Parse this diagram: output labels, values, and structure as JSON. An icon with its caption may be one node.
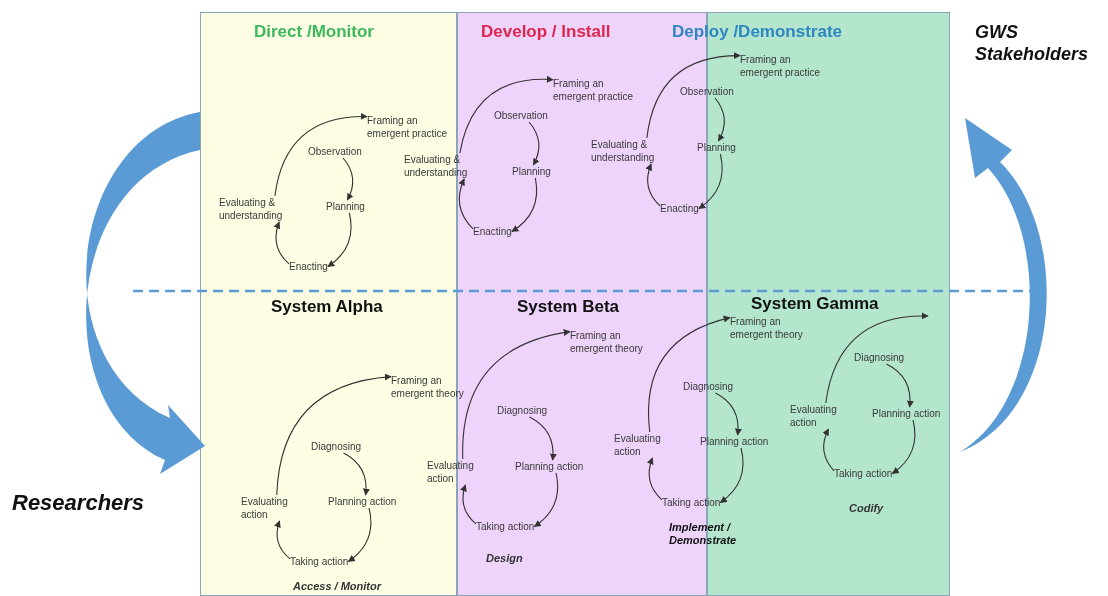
{
  "diagram": {
    "nodes": [
      {
        "text": [
          "Direct /Monitor",
          "System Alpha",
          "Access / Monitor"
        ]
      },
      {
        "text": [
          "Develop / Install",
          "System Beta",
          "Design"
        ]
      },
      {
        "text": [
          "Deploy /Demonstrate",
          "System Gamma",
          "Codify"
        ]
      },
      {
        "text": [
          "Framing an emergent practice"
        ],
        "in": 0
      },
      {
        "text": [
          "Observation"
        ],
        "in": 0
      },
      {
        "text": [
          "Planning"
        ],
        "in": 0
      },
      {
        "text": [
          "Enacting"
        ],
        "in": 0
      },
      {
        "text": [
          "Evaluating & understanding"
        ],
        "in": 0
      },
      {
        "text": [
          "Framing an emergent practice"
        ],
        "in": 1
      },
      {
        "text": [
          "Observation"
        ],
        "in": 1
      },
      {
        "text": [
          "Planning"
        ],
        "in": 1
      },
      {
        "text": [
          "Enacting"
        ],
        "in": 1
      },
      {
        "text": [
          "Evaluating & understanding"
        ]
      },
      {
        "text": [
          "Framing an emergent practice"
        ],
        "in": 2
      },
      {
        "text": [
          "Observation"
        ]
      },
      {
        "text": [
          "Planning"
        ]
      },
      {
        "text": [
          "Enacting"
        ],
        "in": 1
      },
      {
        "text": [
          "Evaluating & understanding"
        ],
        "in": 1
      },
      {
        "text": [
          "Framing an emergent theory"
        ]
      },
      {
        "text": [
          "Diagnosing"
        ],
        "in": 0
      },
      {
        "text": [
          "Planning action"
        ],
        "in": 0
      },
      {
        "text": [
          "Taking action"
        ],
        "in": 0
      },
      {
        "text": [
          "Evaluating action"
        ],
        "in": 0
      },
      {
        "text": [
          "Framing an emergent theory"
        ],
        "in": 1
      },
      {
        "text": [
          "Diagnosing"
        ],
        "in": 1
      },
      {
        "text": [
          "Planning action"
        ],
        "in": 1
      },
      {
        "text": [
          "Taking action"
        ],
        "in": 1
      },
      {
        "text": [
          "Evaluating action"
        ]
      },
      {
        "text": [
          "Framing an emergent theory"
        ],
        "in": 2
      },
      {
        "text": [
          "Diagnosing"
        ]
      },
      {
        "text": [
          "Planning action"
        ]
      },
      {
        "text": [
          "Taking action"
        ]
      },
      {
        "text": [
          "Evaluating action"
        ],
        "in": 1
      },
      {
        "text": [
          "Diagnosing"
        ],
        "in": 2
      },
      {
        "text": [
          "Planning action"
        ],
        "in": 2
      },
      {
        "text": [
          "Taking action"
        ],
        "in": 2
      },
      {
        "text": [
          "Evaluating action"
        ],
        "in": 2
      }
    ],
    "edges": [
      {
        "from": 4,
        "to": 5,
        "arrow": "to"
      },
      {
        "from": 5,
        "to": 6,
        "arrow": "to"
      },
      {
        "from": 6,
        "to": 7,
        "arrow": "to"
      },
      {
        "from": 7,
        "to": 3,
        "arrow": "to"
      },
      {
        "from": 9,
        "to": 10,
        "arrow": "to"
      },
      {
        "from": 10,
        "to": 11,
        "arrow": "to"
      },
      {
        "from": 11,
        "to": 12,
        "arrow": "to"
      },
      {
        "from": 12,
        "to": 8,
        "arrow": "to"
      },
      {
        "from": 14,
        "to": 15,
        "arrow": "to"
      },
      {
        "from": 15,
        "to": 16,
        "arrow": "to"
      },
      {
        "from": 16,
        "to": 17,
        "arrow": "to"
      },
      {
        "from": 17,
        "to": 13,
        "arrow": "to"
      },
      {
        "from": 19,
        "to": 20,
        "arrow": "to"
      },
      {
        "from": 20,
        "to": 21,
        "arrow": "to"
      },
      {
        "from": 21,
        "to": 22,
        "arrow": "to"
      },
      {
        "from": 22,
        "to": 18,
        "arrow": "to"
      },
      {
        "from": 24,
        "to": 25,
        "arrow": "to"
      },
      {
        "from": 25,
        "to": 26,
        "arrow": "to"
      },
      {
        "from": 26,
        "to": 27,
        "arrow": "to"
      },
      {
        "from": 27,
        "to": 23,
        "arrow": "to"
      },
      {
        "from": 29,
        "to": 30,
        "arrow": "to"
      },
      {
        "from": 30,
        "to": 31,
        "arrow": "to"
      },
      {
        "from": 31,
        "to": 32,
        "arrow": "to"
      },
      {
        "from": 32,
        "to": 28,
        "arrow": "to"
      },
      {
        "from": 33,
        "to": 34,
        "arrow": "to"
      },
      {
        "from": 34,
        "to": 35,
        "arrow": "to"
      },
      {
        "from": 35,
        "to": 36,
        "arrow": "to"
      },
      {
        "from": 36,
        "to": null,
        "arrow": "to"
      }
    ],
    "labels": [
      "GWS Stakeholders",
      "Researchers",
      "Implement / Demonstrate"
    ]
  }
}
